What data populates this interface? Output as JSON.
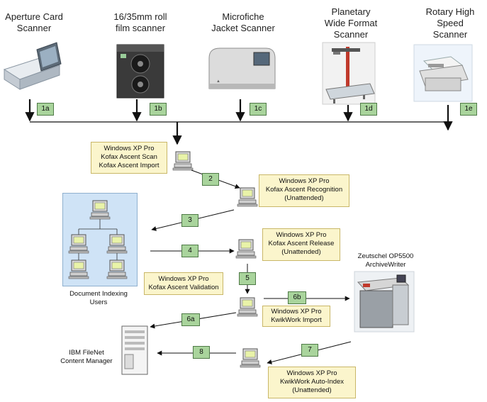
{
  "scanners": [
    {
      "id": "aperture",
      "title": "Aperture Card\nScanner",
      "badge": "1a"
    },
    {
      "id": "rollfilm",
      "title": "16/35mm roll\nfilm scanner",
      "badge": "1b"
    },
    {
      "id": "microfiche",
      "title": "Microfiche\nJacket Scanner",
      "badge": "1c"
    },
    {
      "id": "planetary",
      "title": "Planetary\nWide Format\nScanner",
      "badge": "1d"
    },
    {
      "id": "rotary",
      "title": "Rotary High\nSpeed\nScanner",
      "badge": "1e"
    }
  ],
  "stations": {
    "scan": "Windows XP Pro\nKofax Ascent Scan\nKofax Ascent Import",
    "recognition": "Windows XP Pro\nKofax Ascent Recognition\n(Unattended)",
    "release": "Windows XP Pro\nKofax Ascent Release\n(Unattended)",
    "validation": "Windows XP Pro\nKofax Ascent Validation",
    "kwik_import": "Windows XP Pro\nKwikWork Import",
    "auto_index": "Windows XP Pro\nKwikWork Auto-Index\n(Unattended)"
  },
  "steps": {
    "s2": "2",
    "s3": "3",
    "s4": "4",
    "s5": "5",
    "s6a": "6a",
    "s6b": "6b",
    "s7": "7",
    "s8": "8"
  },
  "captions": {
    "indexing_users": "Document Indexing\nUsers",
    "filenet": "IBM FileNet\nContent Manager",
    "writer": "Zeutschel OP5500\nArchiveWriter"
  },
  "colors": {
    "label_fill": "#fbf5cc",
    "badge_fill": "#a9d49c",
    "panel_fill": "#cfe3f6"
  }
}
